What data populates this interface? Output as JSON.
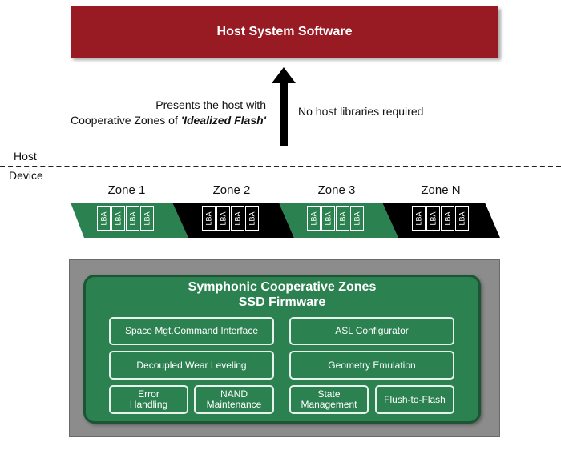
{
  "host": {
    "title": "Host System Software",
    "color": "#981b24"
  },
  "arrow": {
    "left_text_line1": "Presents the host with",
    "left_text_line2_prefix": "Cooperative Zones of ",
    "left_text_line2_emph": "'Idealized Flash'",
    "right_text": "No host libraries required"
  },
  "boundary": {
    "host_label": "Host",
    "device_label": "Device"
  },
  "zones": [
    {
      "label": "Zone 1",
      "color": "#2c8150",
      "lba": [
        "LBA",
        "LBA",
        "LBA",
        "LBA"
      ]
    },
    {
      "label": "Zone 2",
      "color": "#000000",
      "lba": [
        "LBA",
        "LBA",
        "LBA",
        "LBA"
      ]
    },
    {
      "label": "Zone 3",
      "color": "#2c8150",
      "lba": [
        "LBA",
        "LBA",
        "LBA",
        "LBA"
      ]
    },
    {
      "label": "Zone N",
      "color": "#000000",
      "lba": [
        "LBA",
        "LBA",
        "LBA",
        "LBA"
      ]
    }
  ],
  "firmware": {
    "title_line1": "Symphonic Cooperative Zones",
    "title_line2": "SSD Firmware",
    "modules": {
      "space_mgt": "Space Mgt.Command Interface",
      "asl": "ASL Configurator",
      "wear": "Decoupled Wear Leveling",
      "geometry": "Geometry Emulation",
      "error_l1": "Error",
      "error_l2": "Handling",
      "nand_l1": "NAND",
      "nand_l2": "Maintenance",
      "state_l1": "State",
      "state_l2": "Management",
      "flush": "Flush-to-Flash"
    }
  }
}
